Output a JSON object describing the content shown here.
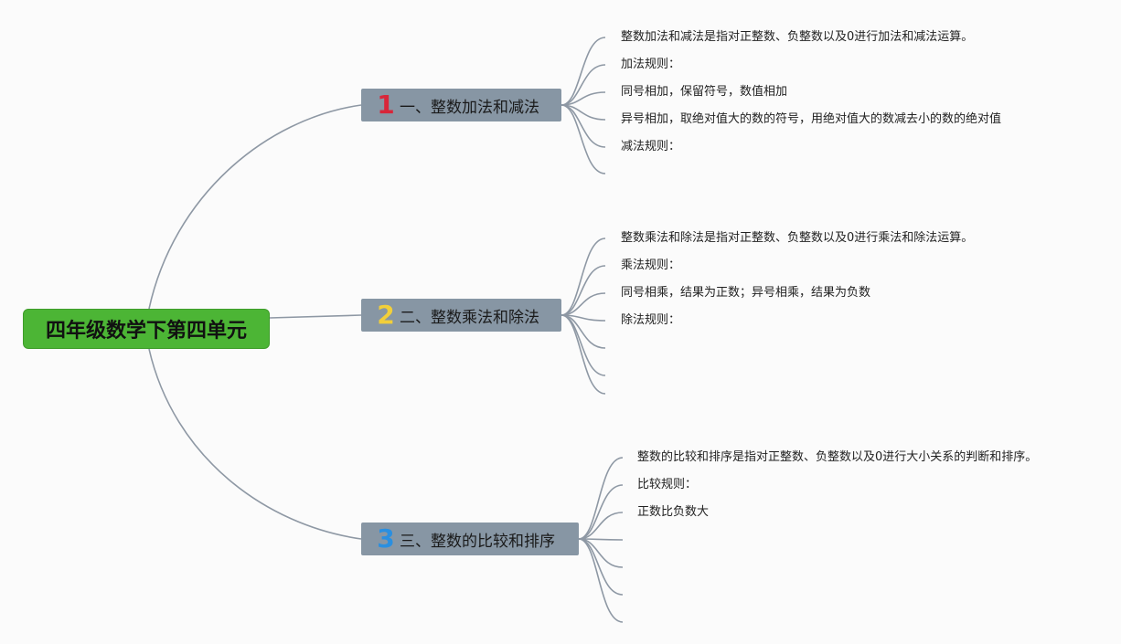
{
  "root": {
    "title": "四年级数学下第四单元"
  },
  "colors": {
    "root_bg": "#4cb535",
    "branch_bg": "#8796a4",
    "edge": "#8e98a4",
    "num1": "#d8263a",
    "num2": "#f2cf3a",
    "num3": "#2a8fe0"
  },
  "branches": [
    {
      "number": "1",
      "title": "一、整数加法和减法",
      "leaves": [
        "整数加法和减法是指对正整数、负整数以及0进行加法和减法运算。",
        "加法规则：",
        "同号相加，保留符号，数值相加",
        "异号相加，取绝对值大的数的符号，用绝对值大的数减去小的数的绝对值",
        "减法规则：",
        ""
      ]
    },
    {
      "number": "2",
      "title": "二、整数乘法和除法",
      "leaves": [
        "整数乘法和除法是指对正整数、负整数以及0进行乘法和除法运算。",
        "乘法规则：",
        "同号相乘，结果为正数；异号相乘，结果为负数",
        "除法规则：",
        "",
        "",
        ""
      ]
    },
    {
      "number": "3",
      "title": "三、整数的比较和排序",
      "leaves": [
        "整数的比较和排序是指对正整数、负整数以及0进行大小关系的判断和排序。",
        "比较规则：",
        "正数比负数大",
        "",
        "",
        "",
        ""
      ]
    }
  ]
}
